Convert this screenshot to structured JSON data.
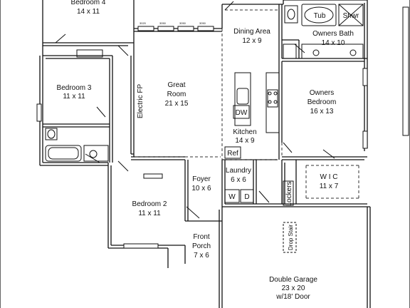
{
  "plan": {
    "rooms": [
      {
        "key": "bedroom4",
        "name": "Bedroom 4",
        "dims": "14 x 11"
      },
      {
        "key": "bedroom3",
        "name": "Bedroom 3",
        "dims": "11 x 11"
      },
      {
        "key": "great_room",
        "name": "Great Room",
        "dims": "21 x 15"
      },
      {
        "key": "dining_area",
        "name": "Dining Area",
        "dims": "12 x 9"
      },
      {
        "key": "owners_bath",
        "name": "Owners Bath",
        "dims": "14 x 10"
      },
      {
        "key": "owners_bedroom",
        "name": "Owners Bedroom",
        "dims": "16 x 13"
      },
      {
        "key": "kitchen",
        "name": "Kitchen",
        "dims": "14 x 9"
      },
      {
        "key": "laundry",
        "name": "Laundry",
        "dims": "6 x 6"
      },
      {
        "key": "foyer",
        "name": "Foyer",
        "dims": "10 x 6"
      },
      {
        "key": "bedroom2",
        "name": "Bedroom 2",
        "dims": "11 x 11"
      },
      {
        "key": "front_porch",
        "name": "Front Porch",
        "dims": "7 x 6"
      },
      {
        "key": "wic",
        "name": "W I C",
        "dims": "11 x 7"
      },
      {
        "key": "double_garage",
        "name": "Double Garage",
        "dims": "23 x 20",
        "note": "w/18' Door"
      }
    ],
    "fixtures": {
      "tub": "Tub",
      "shower": "Shwr",
      "dishwasher": "DW",
      "refrigerator": "Ref",
      "washer": "W",
      "dryer": "D",
      "lockers": "Lockers",
      "drop_stair": "Drop Stair",
      "fireplace": "Electric FP"
    }
  }
}
